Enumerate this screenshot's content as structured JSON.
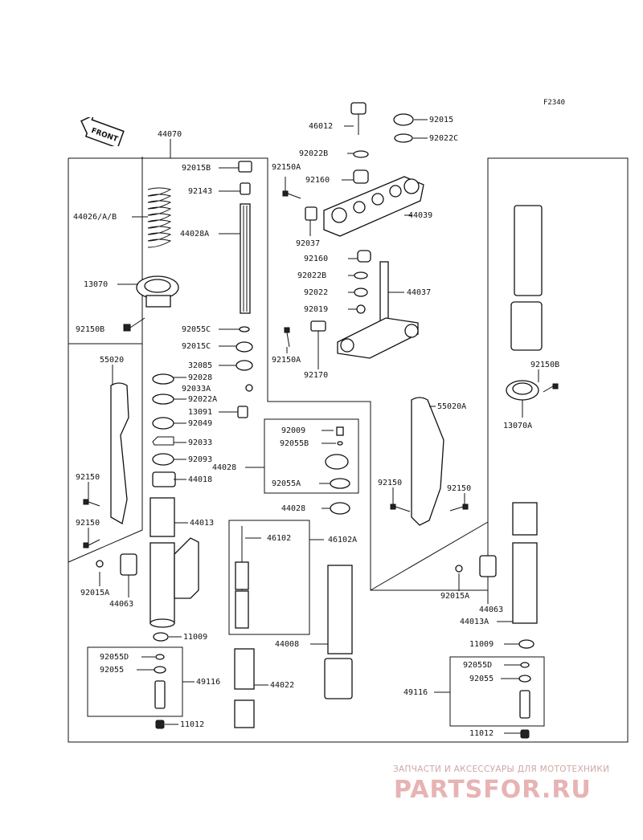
{
  "figure_id": "F2340",
  "front_label": "FRONT",
  "watermark": {
    "caption": "ЗАПЧАСТИ И АКСЕССУАРЫ ДЛЯ МОТОТЕХНИКИ",
    "logo": "PARTSFOR.RU",
    "color": "#e6a9a9"
  },
  "part_labels": {
    "p44070": "44070",
    "p92015B": "92015B",
    "p92143": "92143",
    "p44026": "44026/A/B",
    "p44028A": "44028A",
    "p13070": "13070",
    "p92150B_left": "92150B",
    "p92055C": "92055C",
    "p92015C": "92015C",
    "p32085": "32085",
    "p92028": "92028",
    "p92033A": "92033A",
    "p92022A": "92022A",
    "p13091": "13091",
    "p92049": "92049",
    "p92033": "92033",
    "p92093": "92093",
    "p44018": "44018",
    "p55020": "55020",
    "p92150_left1": "92150",
    "p92150_left2": "92150",
    "p44013": "44013",
    "p92015A_left": "92015A",
    "p44063_left": "44063",
    "p11009_left": "11009",
    "p92055D_left": "92055D",
    "p92055_left": "92055",
    "p49116_left": "49116",
    "p11012_left": "11012",
    "p46012": "46012",
    "p92015": "92015",
    "p92022C": "92022C",
    "p92022B_top": "92022B",
    "p92150A_top": "92150A",
    "p92160_top": "92160",
    "p44039": "44039",
    "p92037": "92037",
    "p92160_mid": "92160",
    "p92022B_mid": "92022B",
    "p44037": "44037",
    "p92022": "92022",
    "p92019": "92019",
    "p92150A_mid": "92150A",
    "p92170": "92170",
    "p92009": "92009",
    "p92055B": "92055B",
    "p44028_box": "44028",
    "p92055A": "92055A",
    "p44028": "44028",
    "p46102": "46102",
    "p46102A": "46102A",
    "p44008": "44008",
    "p44022": "44022",
    "p92150B_right": "92150B",
    "p13070A": "13070A",
    "p55020A": "55020A",
    "p92150_right1": "92150",
    "p92150_right2": "92150",
    "p92015A_right": "92015A",
    "p44063_right": "44063",
    "p44013A": "44013A",
    "p11009_right": "11009",
    "p92055D_right": "92055D",
    "p92055_right": "92055",
    "p49116_right": "49116",
    "p11012_right": "11012"
  }
}
